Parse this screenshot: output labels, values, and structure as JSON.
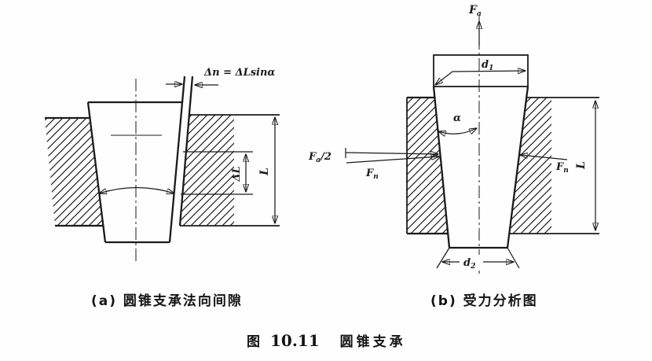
{
  "figure": {
    "caption_a": "(a) 圆锥支承法向间隙",
    "caption_b": "(b) 受力分析图",
    "title_prefix": "图",
    "title_number": "10.11",
    "title_text": "圆锥支承"
  },
  "labels": {
    "delta_formula": "Δn = ΔLsinα",
    "delta_L": "ΔL",
    "L": "L",
    "alpha": "α",
    "fa": {
      "main": "F",
      "sub": "a"
    },
    "fa_half": {
      "main": "F",
      "sub": "a",
      "rest": "/2"
    },
    "fn": {
      "main": "F",
      "sub": "n"
    },
    "d1": {
      "main": "d",
      "sub": "1"
    },
    "d2": {
      "main": "d",
      "sub": "2"
    }
  },
  "colors": {
    "line_color": "#1b1b1b",
    "background": "#ffffff"
  }
}
